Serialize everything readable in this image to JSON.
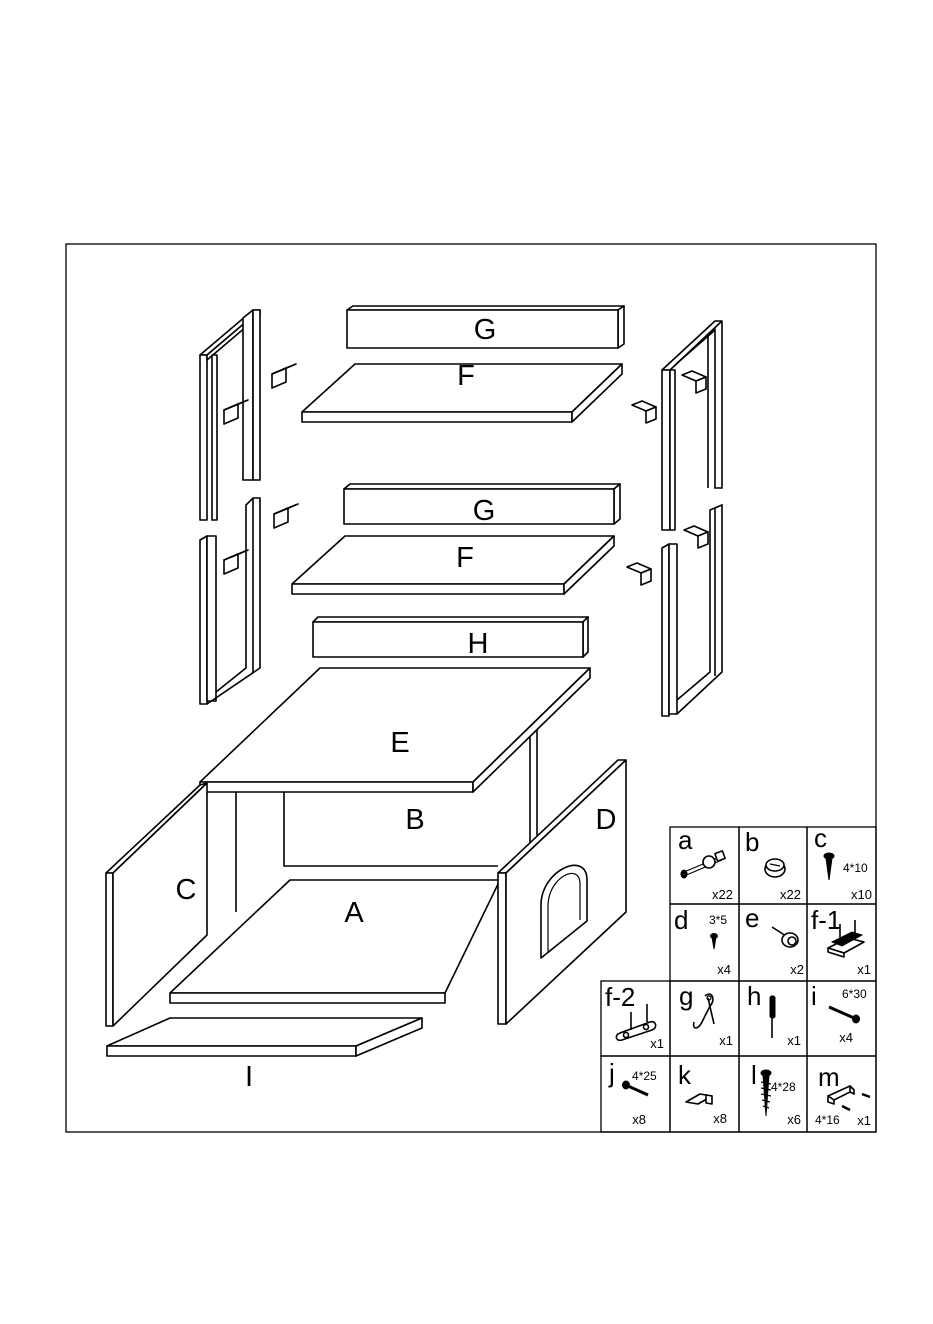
{
  "panels": {
    "g_top": "G",
    "f_top": "F",
    "g_mid": "G",
    "f_mid": "F",
    "h": "H",
    "e": "E",
    "b": "B",
    "d": "D",
    "c": "C",
    "a": "A",
    "i": "I"
  },
  "hardware": [
    {
      "key": "a",
      "size": "",
      "qty": "x22",
      "icon": "cam-bolt-icon"
    },
    {
      "key": "b",
      "size": "",
      "qty": "x22",
      "icon": "cam-lock-icon"
    },
    {
      "key": "c",
      "size": "4*10",
      "qty": "x10",
      "icon": "screw-icon"
    },
    {
      "key": "d",
      "size": "3*5",
      "qty": "x4",
      "icon": "small-screw-icon"
    },
    {
      "key": "e",
      "size": "",
      "qty": "x2",
      "icon": "dowel-knob-icon"
    },
    {
      "key": "f-1",
      "size": "",
      "qty": "x1",
      "icon": "magnetic-catch-icon"
    },
    {
      "key": "f-2",
      "size": "",
      "qty": "x1",
      "icon": "catch-plate-icon"
    },
    {
      "key": "g",
      "size": "",
      "qty": "x1",
      "icon": "double-hook-icon"
    },
    {
      "key": "h",
      "size": "",
      "qty": "x1",
      "icon": "screwdriver-icon"
    },
    {
      "key": "i",
      "size": "6*30",
      "qty": "x4",
      "icon": "long-screw-icon"
    },
    {
      "key": "j",
      "size": "4*25",
      "qty": "x8",
      "icon": "screw-icon"
    },
    {
      "key": "k",
      "size": "",
      "qty": "x8",
      "icon": "angle-bracket-icon"
    },
    {
      "key": "l",
      "size": "4*28",
      "qty": "x6",
      "icon": "wood-screw-icon"
    },
    {
      "key": "m",
      "size": "4*16",
      "qty": "x1",
      "icon": "handle-icon"
    }
  ]
}
